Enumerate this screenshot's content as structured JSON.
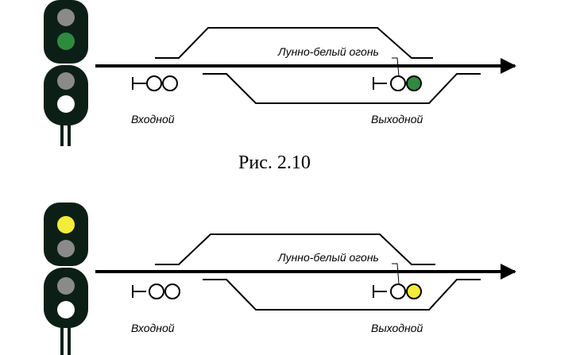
{
  "figures": [
    {
      "caption": "Рис. 2.10",
      "label_lunar": "Лунно-белый огонь",
      "label_entry": "Входной",
      "label_exit": "Выходной",
      "mast_lights": [
        "gray",
        "green",
        "gray",
        "white"
      ],
      "exit_signal_light": "green"
    },
    {
      "caption": "",
      "label_lunar": "Лунно-белый огонь",
      "label_entry": "Входной",
      "label_exit": "Выходной",
      "mast_lights": [
        "yellow",
        "gray",
        "gray",
        "white"
      ],
      "exit_signal_light": "yellow"
    }
  ],
  "colors": {
    "signal_body": "#0c1f17",
    "gray": "#8a8a8a",
    "green": "#2e8b3e",
    "yellow": "#f4ec3a",
    "white": "#ffffff",
    "track": "#000000"
  }
}
